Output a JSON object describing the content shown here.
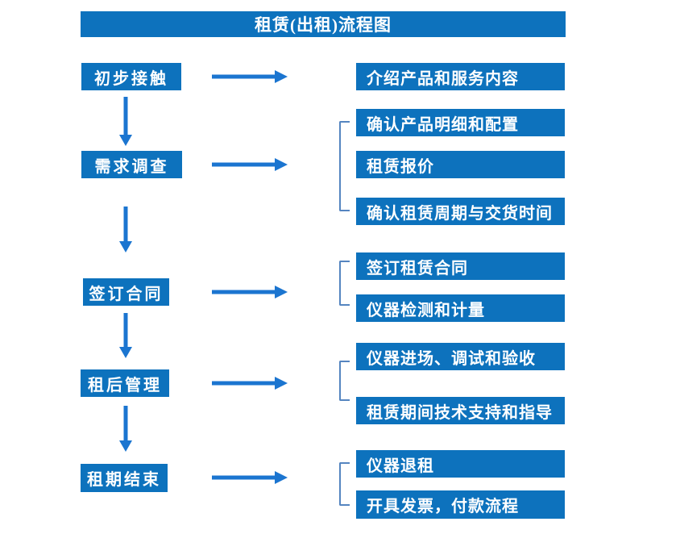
{
  "title": "租赁(出租)流程图",
  "diagram_type": "flowchart",
  "colors": {
    "box_blue": "#0d72bd",
    "arrow_blue": "#1b75d0",
    "bracket_blue": "#5585c0",
    "text_white": "#ffffff",
    "background": "#ffffff"
  },
  "steps": [
    {
      "label": "初步接触",
      "outputs": [
        "介绍产品和服务内容"
      ]
    },
    {
      "label": "需求调查",
      "outputs": [
        "确认产品明细和配置",
        "租赁报价",
        "确认租赁周期与交货时间"
      ]
    },
    {
      "label": "签订合同",
      "outputs": [
        "签订租赁合同",
        "仪器检测和计量"
      ]
    },
    {
      "label": "租后管理",
      "outputs": [
        "仪器进场、调试和验收",
        "租赁期间技术支持和指导"
      ]
    },
    {
      "label": "租期结束",
      "outputs": [
        "仪器退租",
        "开具发票，付款流程"
      ]
    }
  ]
}
